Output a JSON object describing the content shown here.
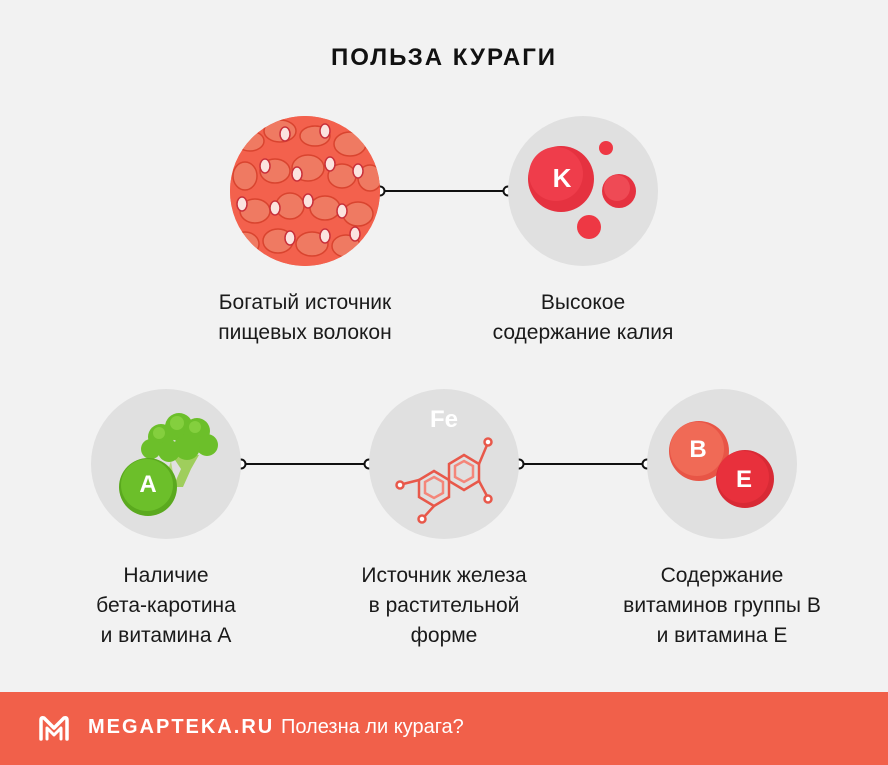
{
  "title": "ПОЛЬЗА КУРАГИ",
  "benefits": [
    {
      "label_line1": "Богатый источник",
      "label_line2": "пищевых волокон",
      "icon": "fiber-texture-icon"
    },
    {
      "label_line1": "Высокое",
      "label_line2": "содержание калия",
      "icon": "potassium-icon",
      "badge": "K"
    },
    {
      "label_line1": "Наличие",
      "label_line2": "бета-каротина",
      "label_line3": "и витамина А",
      "icon": "broccoli-icon",
      "badge": "A"
    },
    {
      "label_line1": "Источник железа",
      "label_line2": "в растительной",
      "label_line3": "форме",
      "icon": "molecule-icon",
      "badge": "Fe"
    },
    {
      "label_line1": "Содержание",
      "label_line2": "витаминов группы В",
      "label_line3": "и витамина Е",
      "icon": "vitamins-icon",
      "badge": "B",
      "badge2": "E"
    }
  ],
  "footer": {
    "brand": "MEGAPTEKA.RU",
    "link": "Полезна ли курага?",
    "logo_icon": "megapteka-logo-icon"
  },
  "colors": {
    "accent": "#f1604a",
    "circle_bg": "#e0e0e0",
    "red": "#e53240",
    "green": "#6cbf2a"
  }
}
